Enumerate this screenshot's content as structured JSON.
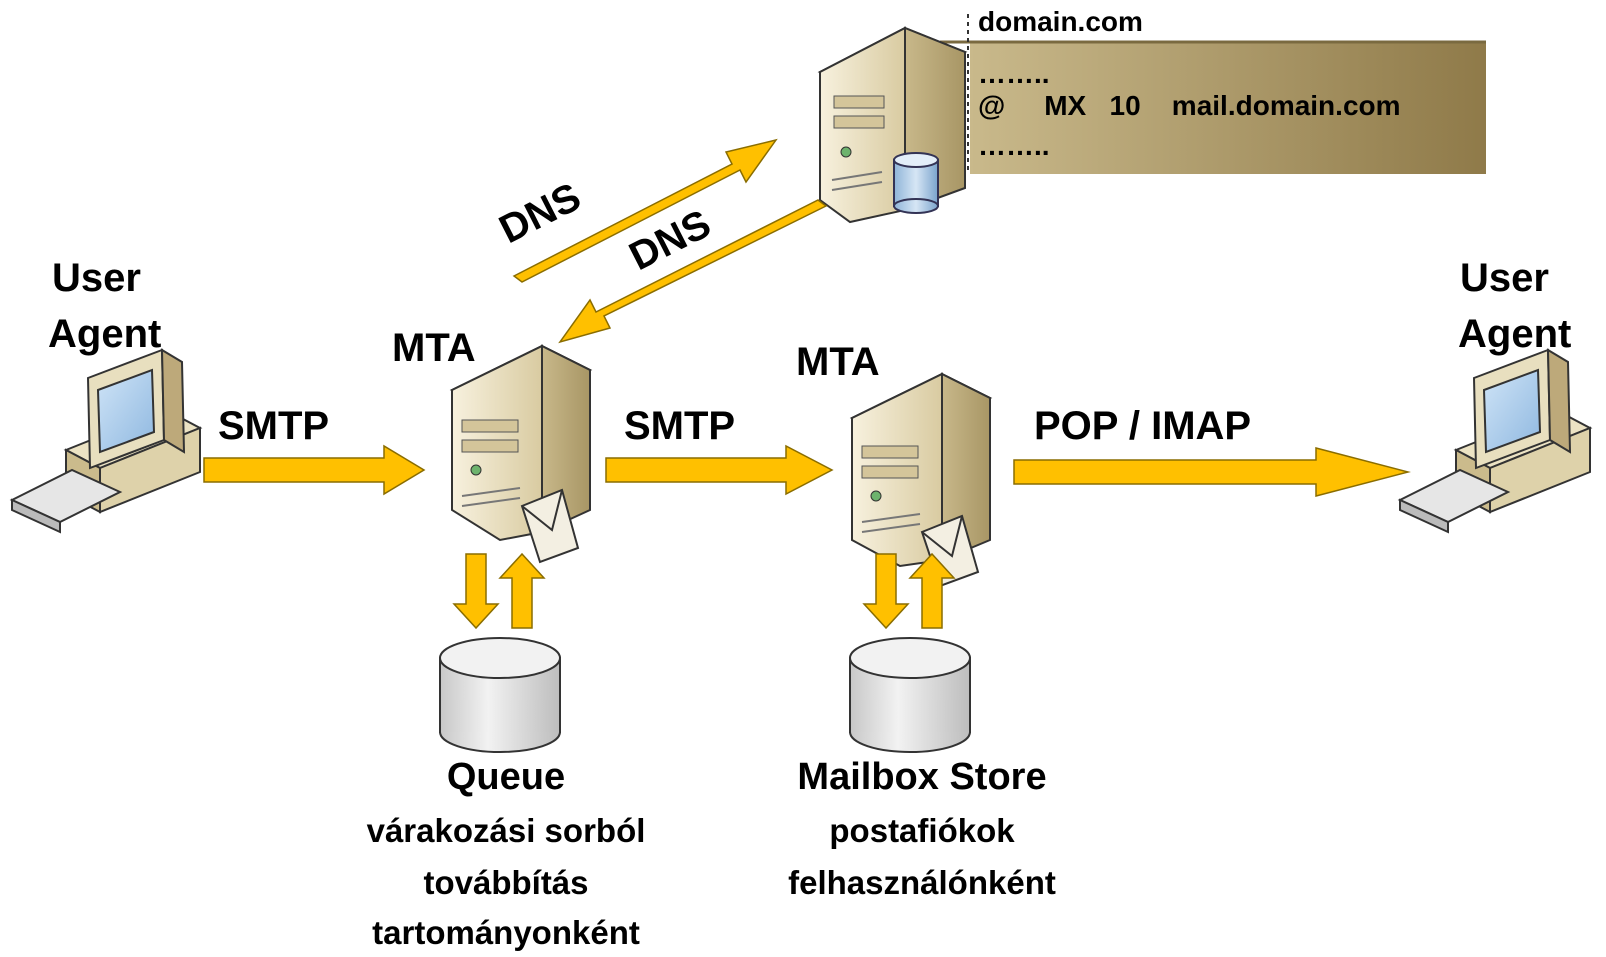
{
  "nodes": {
    "left_agent": {
      "label_line1": "User",
      "label_line2": "Agent"
    },
    "right_agent": {
      "label_line1": "User",
      "label_line2": "Agent"
    },
    "mta_left": {
      "label": "MTA"
    },
    "mta_right": {
      "label": "MTA"
    },
    "queue": {
      "title": "Queue",
      "desc_line1": "várakozási sorból",
      "desc_line2": "továbbítás",
      "desc_line3": "tartományonként"
    },
    "mailbox": {
      "title": "Mailbox Store",
      "desc_line1": "postafiókok",
      "desc_line2": "felhasználónként"
    }
  },
  "edges": {
    "smtp_1": "SMTP",
    "smtp_2": "SMTP",
    "pop_imap": "POP / IMAP",
    "dns_query": "DNS",
    "dns_reply": "DNS"
  },
  "dns_record": {
    "zone": "domain.com",
    "dots_top": "……..",
    "record": "@     MX   10    mail.domain.com",
    "dots_bottom": "……..",
    "box_color": "#b19d6c"
  },
  "colors": {
    "arrow": "#ffc000",
    "server": "#ece3c4"
  }
}
